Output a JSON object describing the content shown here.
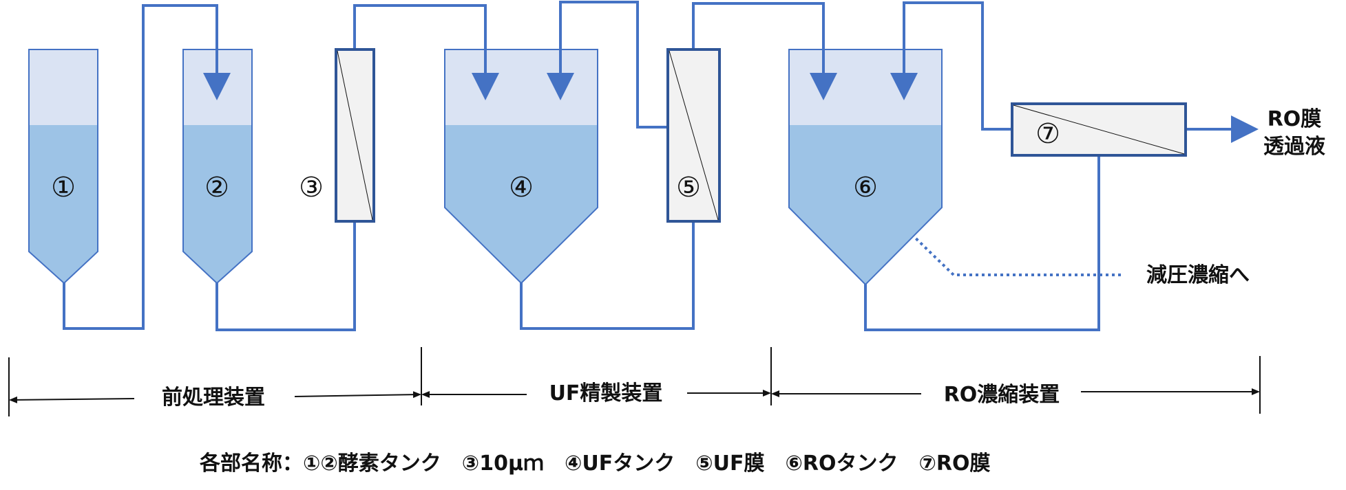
{
  "colors": {
    "pipe": "#4472c4",
    "tank_top": "#dae3f3",
    "tank_liquid": "#9dc3e6",
    "tank_edge": "#4472c4",
    "membrane_fill": "#f2f2f2",
    "membrane_edge": "#2f5597"
  },
  "units": {
    "u1": "①",
    "u2": "②",
    "u3": "③",
    "u4": "④",
    "u5": "⑤",
    "u6": "⑥",
    "u7": "⑦"
  },
  "outputs": {
    "ro_permeate_line1": "RO膜",
    "ro_permeate_line2": "透過液",
    "vacuum_concentration": "減圧濃縮へ"
  },
  "sections": {
    "pretreatment": "前処理装置",
    "uf_purification": "UF精製装置",
    "ro_concentration": "RO濃縮装置"
  },
  "legend": "各部名称：①②酵素タンク　③10μｍ　④UFタンク　⑤UF膜　⑥ROタンク　⑦RO膜"
}
